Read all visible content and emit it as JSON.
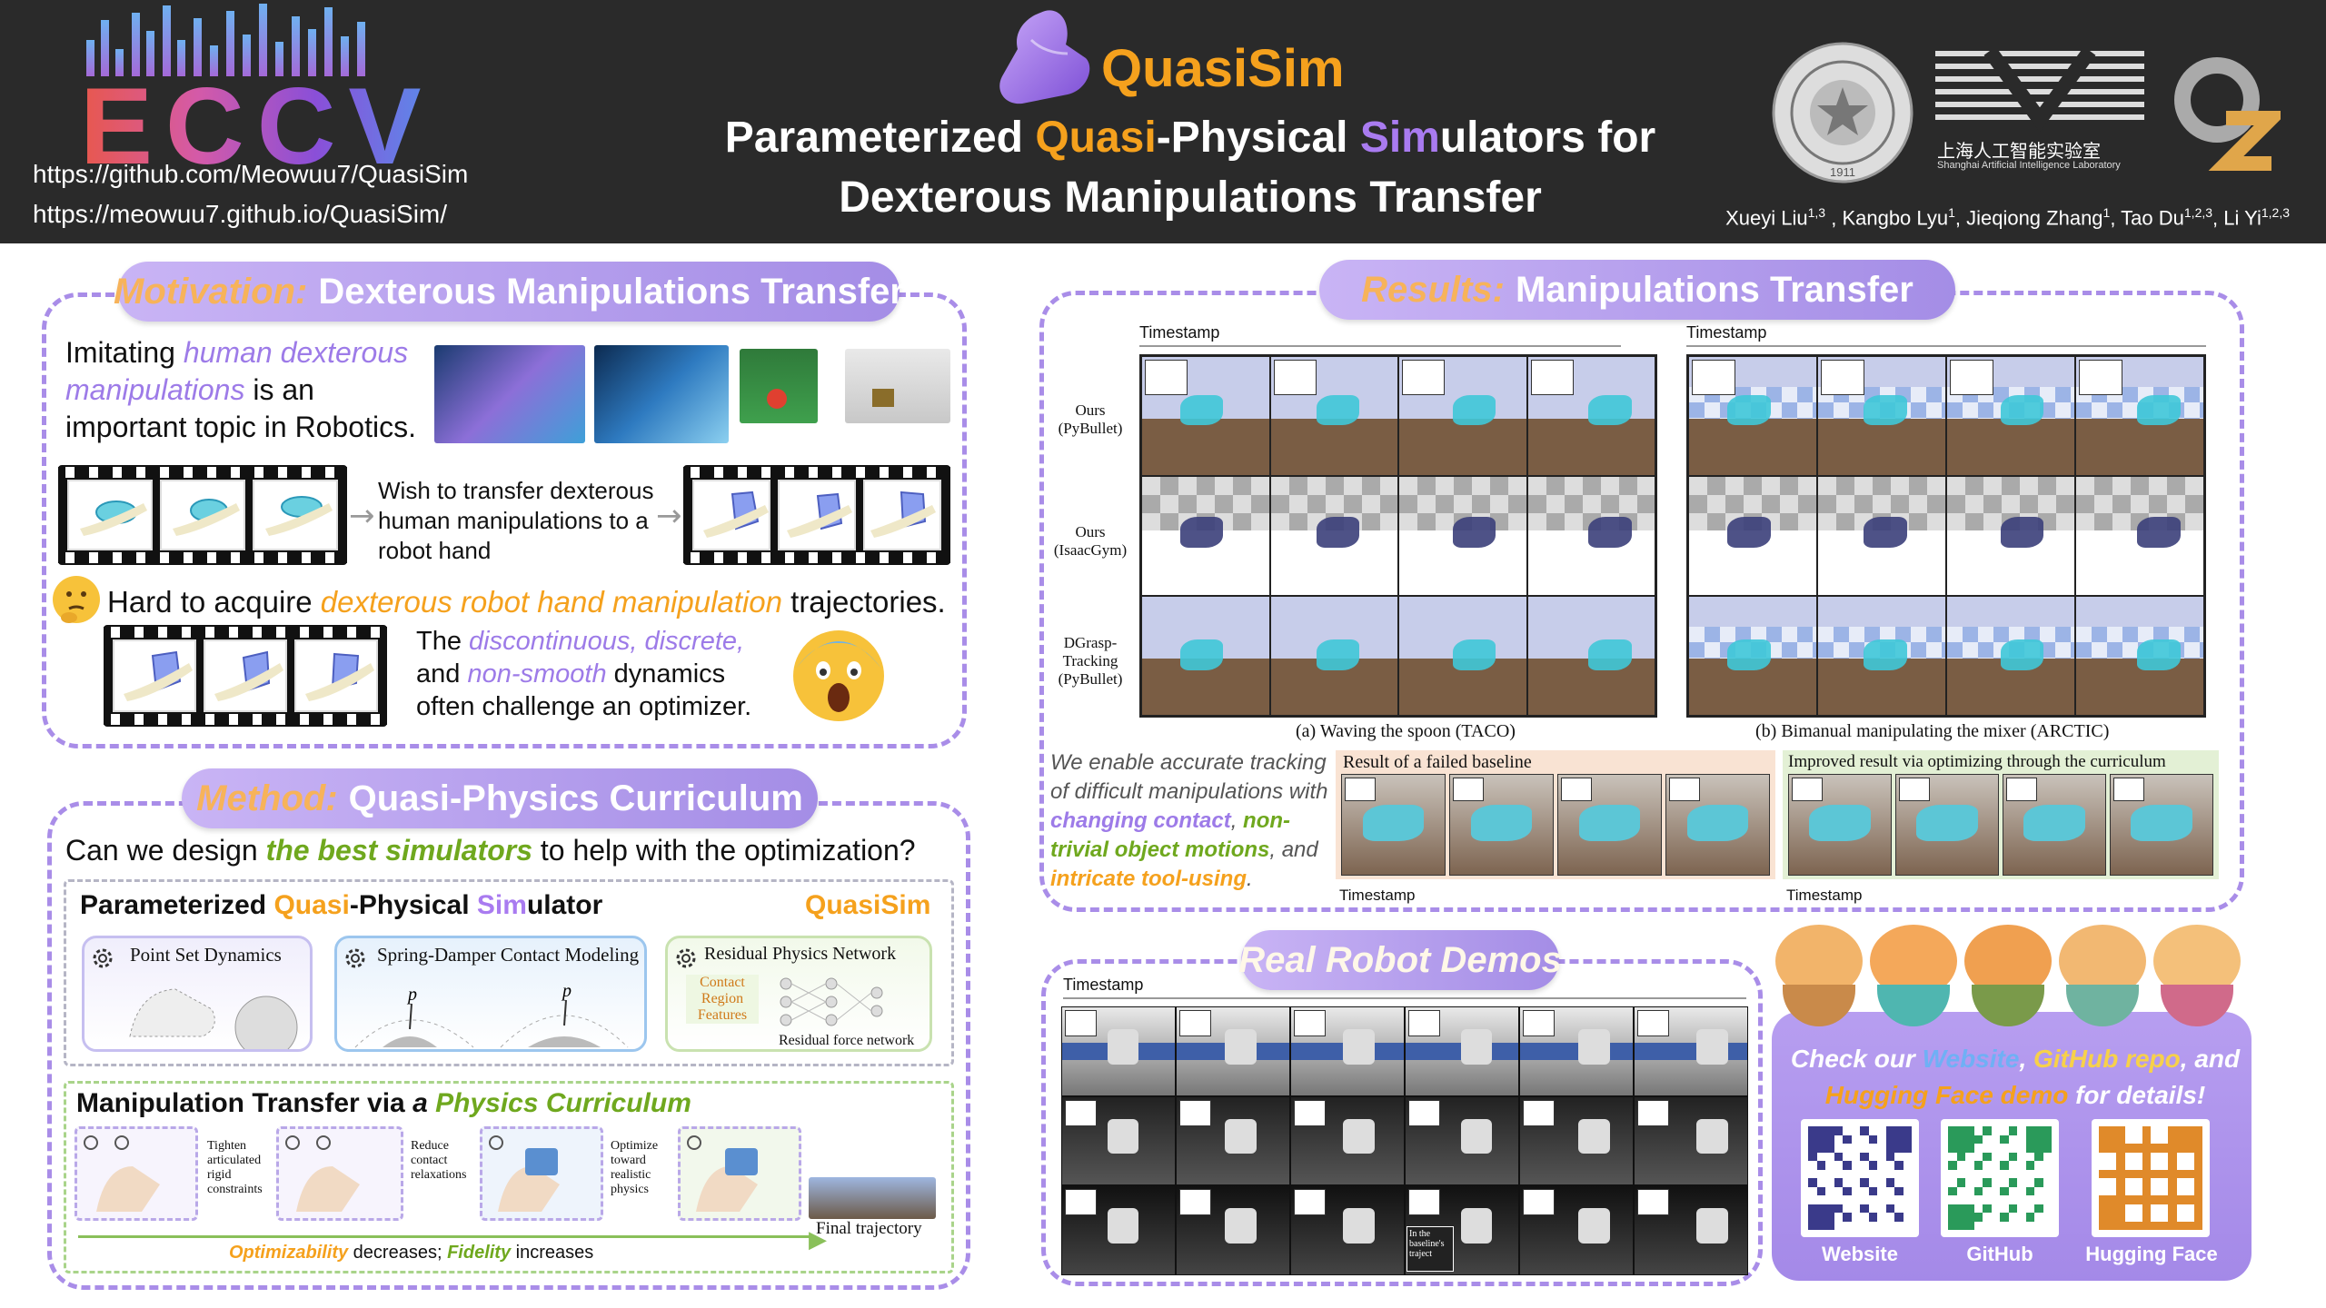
{
  "header": {
    "logo": "ECCV",
    "links": [
      "https://github.com/Meowuu7/QuasiSim",
      "https://meowuu7.github.io/QuasiSim/"
    ],
    "brand": "QuasiSim",
    "title_line1": {
      "a": "Parameterized ",
      "b": "Quasi",
      "c": "-Physical ",
      "d": "Sim",
      "e": "ulators for"
    },
    "title_line2": "Dexterous Manipulations Transfer",
    "authors": [
      {
        "name": "Xueyi Liu",
        "sup": "1,3"
      },
      {
        "name": "Kangbo Lyu",
        "sup": "1"
      },
      {
        "name": "Jieqiong Zhang",
        "sup": "1"
      },
      {
        "name": "Tao Du",
        "sup": "1,2,3"
      },
      {
        "name": "Li Yi",
        "sup": "1,2,3"
      }
    ],
    "lab_cn": "上海人工智能实验室",
    "lab_en": "Shanghai Artificial Intelligence Laboratory",
    "univ_year": "1911"
  },
  "motivation": {
    "key": "Motivation:",
    "title": "Dexterous Manipulations Transfer",
    "p1a": "Imitating ",
    "p1b": "human dexterous manipulations",
    "p1c": " is an important topic in Robotics.",
    "wish": "Wish to transfer dexterous human manipulations to a robot hand",
    "hard_a": "Hard to acquire ",
    "hard_b": "dexterous robot hand manipulation",
    "hard_c": " trajectories.",
    "dyn_a": "The ",
    "dyn_b": "discontinuous, discrete,",
    "dyn_c": " and ",
    "dyn_d": "non-smooth",
    "dyn_e": " dynamics often challenge an optimizer."
  },
  "method": {
    "key": "Method:",
    "title": "Quasi-Physics Curriculum",
    "q_a": "Can we design ",
    "q_b": "the best simulators",
    "q_c": " to help with the optimization?",
    "sim_title": {
      "a": "Parameterized ",
      "b": "Quasi",
      "c": "-Physical ",
      "d": "Sim",
      "e": "ulator"
    },
    "sim_brand": "QuasiSim",
    "parts": [
      "Point Set Dynamics",
      "Spring-Damper Contact Modeling",
      "Residual Physics Network"
    ],
    "net_labels": [
      "Contact Region Features",
      "Residual force network"
    ],
    "transfer_title": {
      "a": "Manipulation Transfer via ",
      "b": "a",
      "c": " ",
      "d": "Physics Curriculum"
    },
    "steps": [
      "Tighten articulated rigid constraints",
      "Reduce contact relaxations",
      "Optimize toward realistic physics"
    ],
    "final": "Final trajectory",
    "bottom": {
      "a": "Optimizability",
      "b": " decreases; ",
      "c": "Fidelity",
      "d": " increases"
    }
  },
  "results": {
    "key": "Results:",
    "title": "Manipulations Transfer",
    "timestamp": "Timestamp",
    "rows": [
      "Ours (PyBullet)",
      "Ours (IsaacGym)",
      "DGrasp-Tracking (PyBullet)"
    ],
    "cap_a": "(a) Waving the spoon (TACO)",
    "cap_b": "(b) Bimanual manipulating the mixer (ARCTIC)",
    "claim": {
      "a": "We enable accurate tracking of difficult manipulations with ",
      "b": "changing contact",
      "c": ", ",
      "d": "non-trivial object motions",
      "e": ", and ",
      "f": "intricate tool-using",
      "g": "."
    },
    "failed": "Result of a failed baseline",
    "improved": "Improved result via optimizing through the curriculum"
  },
  "demos": {
    "title": "Real Robot Demos",
    "timestamp": "Timestamp",
    "inset": "In the baseline's traject"
  },
  "links_box": {
    "text": {
      "a": "Check our ",
      "b": "Website",
      "c": ", ",
      "d": "GitHub repo",
      "e": ", and ",
      "f": "Hugging Face demo",
      "g": " for details!"
    },
    "qrs": [
      "Website",
      "GitHub",
      "Hugging Face"
    ]
  },
  "colors": {
    "accent_orange": "#f5a11d",
    "accent_purple": "#a97bf0",
    "accent_green": "#6fa81e",
    "panel_border": "#a98de8",
    "header_bg": "#2a2a2a"
  }
}
